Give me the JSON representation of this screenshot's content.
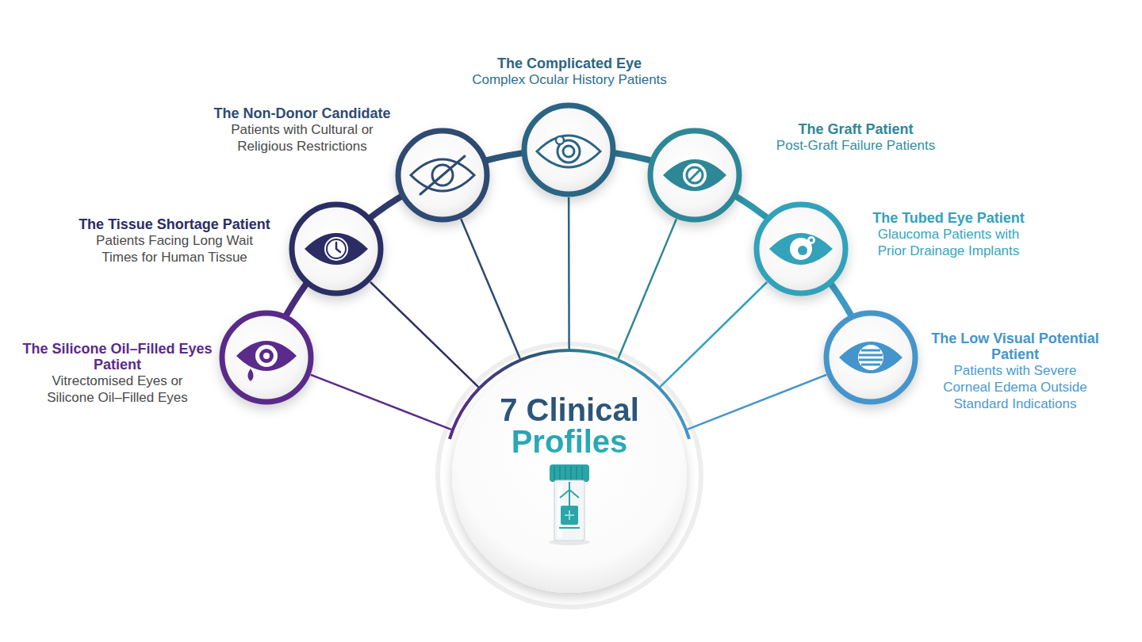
{
  "diagram": {
    "nodes": [
      {
        "text": [
          "The Silicone Oil–Filled Eyes Patient",
          "Vitrectomised Eyes or Silicone Oil–Filled Eyes"
        ]
      },
      {
        "text": [
          "The Tissue Shortage Patient",
          "Patients Facing Long Wait Times for Human Tissue"
        ]
      },
      {
        "text": [
          "The Non-Donor Candidate",
          "Patients with Cultural or Religious Restrictions"
        ]
      },
      {
        "text": [
          "The Complicated Eye",
          "Complex Ocular History Patients"
        ]
      },
      {
        "text": [
          "The Graft Patient",
          "Post-Graft Failure Patients"
        ]
      },
      {
        "text": [
          "The Tubed Eye Patient",
          "Glaucoma Patients with Prior Drainage Implants"
        ]
      },
      {
        "text": [
          "The Low Visual Potential Patient",
          "Patients with Severe Corneal Edema Outside Standard Indications"
        ]
      },
      {
        "text": [
          "7 Clinical Profiles"
        ]
      }
    ],
    "edges": [
      {
        "from": 0,
        "to": 7,
        "arrow": "none"
      },
      {
        "from": 1,
        "to": 7,
        "arrow": "none"
      },
      {
        "from": 2,
        "to": 7,
        "arrow": "none"
      },
      {
        "from": 3,
        "to": 7,
        "arrow": "none"
      },
      {
        "from": 4,
        "to": 7,
        "arrow": "none"
      },
      {
        "from": 5,
        "to": 7,
        "arrow": "none"
      },
      {
        "from": 6,
        "to": 7,
        "arrow": "none"
      }
    ]
  }
}
